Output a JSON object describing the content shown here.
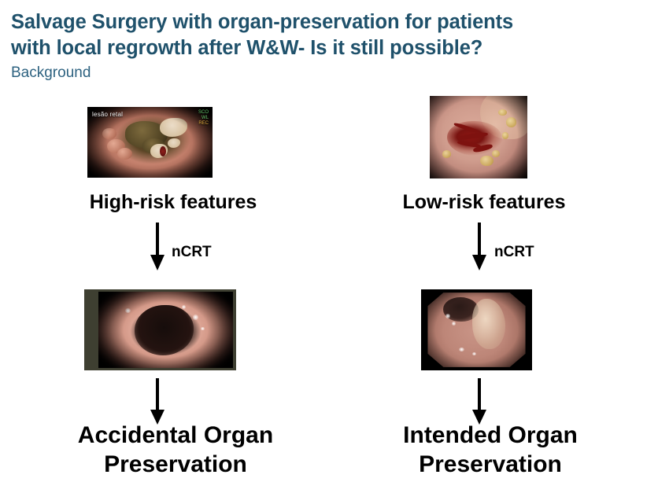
{
  "slide": {
    "title": "Salvage Surgery with organ-preservation for patients\nwith local regrowth after W&W- Is it still possible?",
    "subtitle": "Background",
    "title_color": "#1f516b",
    "background_color": "#ffffff"
  },
  "branches": {
    "left": {
      "risk_label": "High-risk features",
      "treatment_label": "nCRT",
      "outcome_label": "Accidental Organ\nPreservation",
      "photo_top": {
        "name": "high-risk-rectal-tumour-endoscopy",
        "overlay_text": "lesão retal",
        "osd_line1": "SCO",
        "osd_line2": "WL",
        "osd_line3": "REC"
      },
      "photo_bottom": {
        "name": "post-ncrt-normal-rectum-endoscopy"
      }
    },
    "right": {
      "risk_label": "Low-risk features",
      "treatment_label": "nCRT",
      "outcome_label": "Intended Organ\nPreservation",
      "photo_top": {
        "name": "low-risk-rectal-lesion-endoscopy"
      },
      "photo_bottom": {
        "name": "post-ncrt-scarred-rectum-endoscopy"
      }
    }
  },
  "icons": {
    "down_arrow": "down-arrow-icon"
  }
}
